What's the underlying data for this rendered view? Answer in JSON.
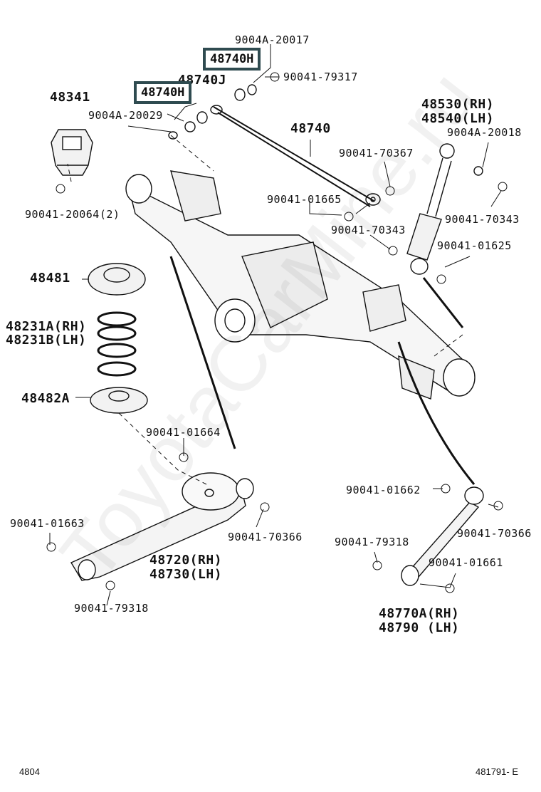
{
  "labels": {
    "a": "9004A-20017",
    "b": "48740H",
    "c": "90041-79317",
    "d": "48740J",
    "e": "48740H",
    "f": "48341",
    "g": "9004A-20029",
    "h": "48740",
    "i": "48530(RH)",
    "j": "48540(LH)",
    "k": "9004A-20018",
    "l": "90041-70367",
    "m": "90041-01665",
    "n": "90041-70343",
    "o": "90041-20064(2)",
    "p": "90041-70343",
    "q": "90041-01625",
    "r": "48481",
    "s": "48231A(RH)",
    "t": "48231B(LH)",
    "u": "48482A",
    "v": "90041-01664",
    "w": "90041-01663",
    "x": "90041-70366",
    "y": "48720(RH)",
    "z": "48730(LH)",
    "aa": "90041-79318",
    "ab": "90041-01662",
    "ac": "90041-70366",
    "ad": "90041-79318",
    "ae": "90041-01661",
    "af": "48770A(RH)",
    "ag": "48790 (LH)"
  },
  "footer": {
    "left": "4804",
    "right": "481791- E"
  },
  "watermark": "ToyotaCarMine.ru",
  "colors": {
    "highlight_border": "#2f4b50",
    "ink": "#111111"
  }
}
